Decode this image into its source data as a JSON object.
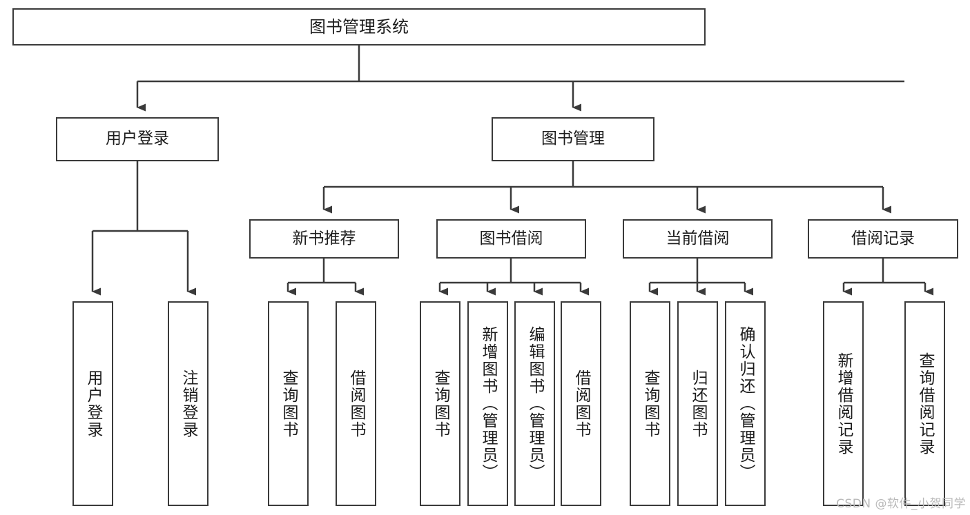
{
  "diagram": {
    "title": "图书管理系统",
    "type": "hierarchy-tree",
    "watermark": "CSDN @软件_小贺同学",
    "colors": {
      "box_border": "#3a3a3a",
      "box_fill": "#ffffff",
      "text": "#1c1c1c",
      "connector": "#3a3a3a",
      "watermark": "#b9b9b9"
    },
    "root": {
      "label": "图书管理系统"
    },
    "tier2": [
      {
        "label": "用户登录"
      },
      {
        "label": "图书管理"
      }
    ],
    "tier3": [
      {
        "label": "新书推荐"
      },
      {
        "label": "图书借阅"
      },
      {
        "label": "当前借阅"
      },
      {
        "label": "借阅记录"
      }
    ],
    "leaves": {
      "user_login": [
        {
          "label": "用户登录"
        },
        {
          "label": "注销登录"
        }
      ],
      "new_book_recommend": [
        {
          "label": "查询图书"
        },
        {
          "label": "借阅图书"
        }
      ],
      "book_borrow": [
        {
          "label": "查询图书"
        },
        {
          "label": "新增图书（管理员）"
        },
        {
          "label": "编辑图书（管理员）"
        },
        {
          "label": "借阅图书"
        }
      ],
      "current_borrow": [
        {
          "label": "查询图书"
        },
        {
          "label": "归还图书"
        },
        {
          "label": "确认归还（管理员）"
        }
      ],
      "borrow_record": [
        {
          "label": "新增借阅记录"
        },
        {
          "label": "查询借阅记录"
        }
      ]
    }
  }
}
